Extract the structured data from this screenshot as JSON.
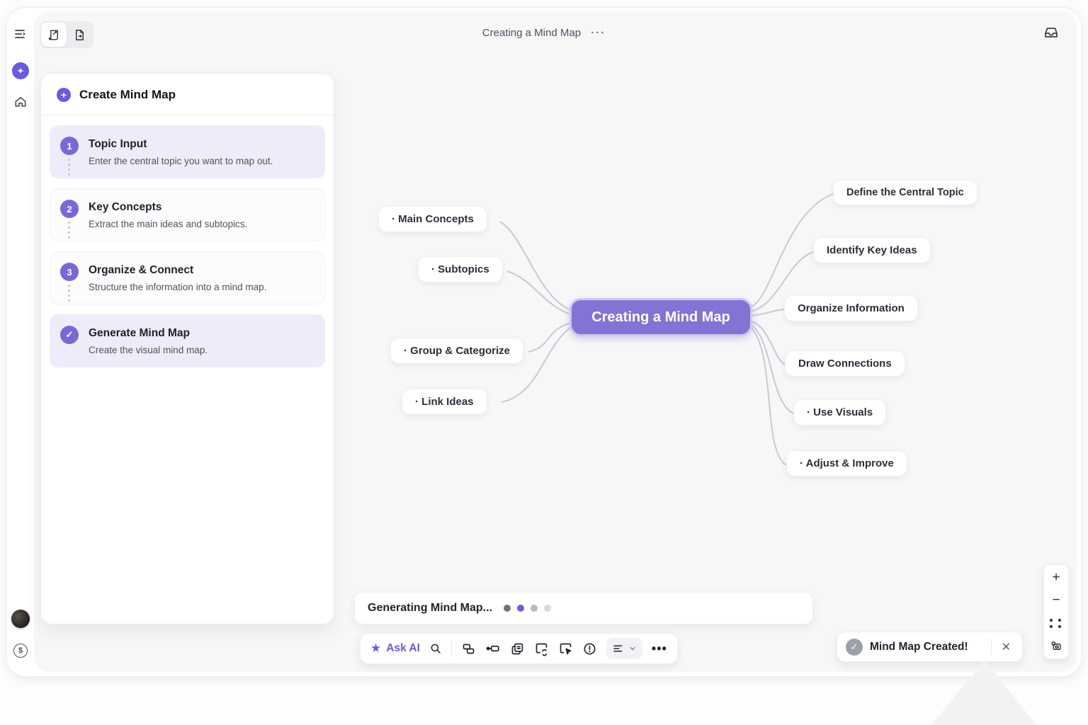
{
  "app": {
    "title": "Creating a Mind Map",
    "title_dots": "···"
  },
  "panel": {
    "title": "Create Mind Map",
    "steps": [
      {
        "num": "1",
        "title": "Topic Input",
        "desc": "Enter the central topic you want to map out."
      },
      {
        "num": "2",
        "title": "Key Concepts",
        "desc": "Extract the main ideas and subtopics."
      },
      {
        "num": "3",
        "title": "Organize & Connect",
        "desc": "Structure the information into a mind map."
      },
      {
        "num": "✓",
        "title": "Generate Mind Map",
        "desc": "Create the visual mind map."
      }
    ]
  },
  "mindmap": {
    "center": "Creating a Mind Map",
    "left": [
      {
        "label": "· Main Concepts"
      },
      {
        "label": "· Subtopics"
      },
      {
        "label": "· Group & Categorize"
      },
      {
        "label": "· Link Ideas"
      }
    ],
    "right": [
      {
        "label": "Define the Central Topic"
      },
      {
        "label": "Identify Key Ideas"
      },
      {
        "label": "Organize Information"
      },
      {
        "label": "Draw Connections"
      },
      {
        "label": "· Use Visuals"
      },
      {
        "label": "· Adjust & Improve"
      }
    ]
  },
  "status": {
    "text": "Generating Mind Map...",
    "dot_colors": [
      "#6b7280",
      "#6f5bd8",
      "#b4bac4",
      "#d6d9e0"
    ]
  },
  "toolbar": {
    "ask_ai": "Ask AI",
    "star": "★",
    "more": "•••"
  },
  "toast": {
    "text": "Mind Map Created!",
    "close": "✕"
  },
  "zoom": {
    "plus": "+",
    "minus": "−"
  },
  "header_badge": {
    "plus": "+"
  },
  "colors": {
    "accent": "#6a5ae0",
    "center_node": "#8273d4",
    "step_highlight": "#eeebfa",
    "canvas": "#f7f7f8"
  }
}
